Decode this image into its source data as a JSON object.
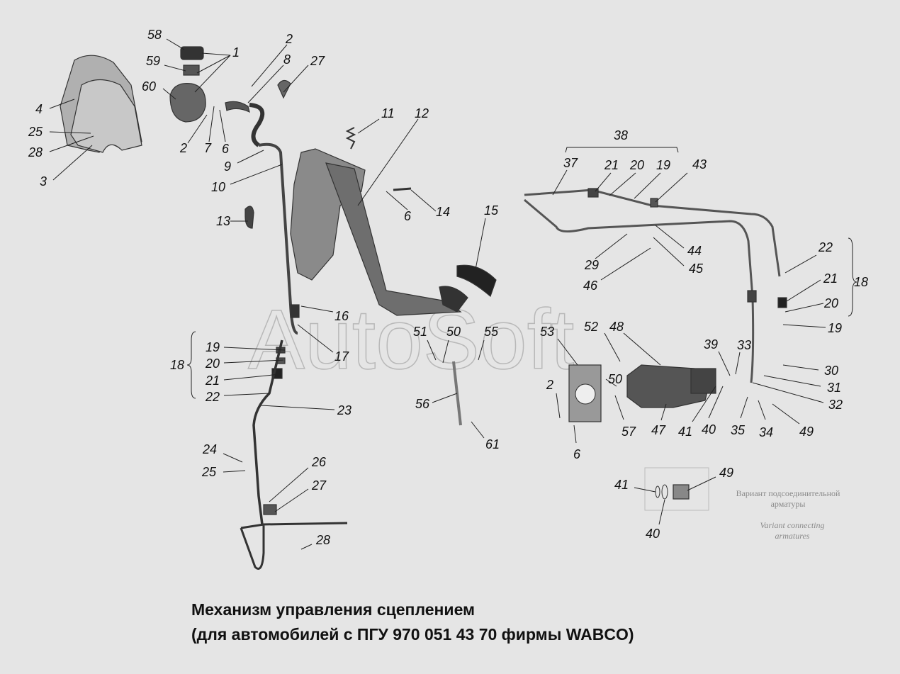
{
  "title": {
    "line1": "Механизм управления сцеплением",
    "line2": "(для автомобилей с ПГУ 970 051 43 70 фирмы WABCO)"
  },
  "watermark": "AutoSoft",
  "variant_note": {
    "ru_line1": "Вариант подсоединительной",
    "ru_line2": "арматуры",
    "en_line1": "Variant connecting",
    "en_line2": "armatures"
  },
  "callouts": {
    "c58": "58",
    "c1": "1",
    "c59": "59",
    "c60": "60",
    "c2a": "2",
    "c8": "8",
    "c27a": "27",
    "c4": "4",
    "c25a": "25",
    "c28a": "28",
    "c3": "3",
    "c2b": "2",
    "c7": "7",
    "c6a": "6",
    "c9": "9",
    "c10": "10",
    "c11": "11",
    "c12": "12",
    "c6b": "6",
    "c14": "14",
    "c13": "13",
    "c15": "15",
    "c38": "38",
    "c37": "37",
    "c21a": "21",
    "c20a": "20",
    "c19a": "19",
    "c43": "43",
    "c29": "29",
    "c44": "44",
    "c45": "45",
    "c46": "46",
    "c22a": "22",
    "c21b": "21",
    "c18a": "18",
    "c20b": "20",
    "c19b": "19",
    "c16": "16",
    "c17": "17",
    "c19c": "19",
    "c20c": "20",
    "c18b": "18",
    "c21c": "21",
    "c22b": "22",
    "c23": "23",
    "c51": "51",
    "c50a": "50",
    "c55": "55",
    "c53": "53",
    "c52": "52",
    "c48": "48",
    "c39": "39",
    "c33": "33",
    "c30": "30",
    "c31": "31",
    "c32": "32",
    "c50b": "50",
    "c2c": "2",
    "c56": "56",
    "c57": "57",
    "c47": "47",
    "c41a": "41",
    "c40a": "40",
    "c35": "35",
    "c34": "34",
    "c49a": "49",
    "c6c": "6",
    "c61": "61",
    "c24": "24",
    "c25b": "25",
    "c26": "26",
    "c27b": "27",
    "c28b": "28",
    "c49b": "49",
    "c41b": "41",
    "c40b": "40"
  }
}
